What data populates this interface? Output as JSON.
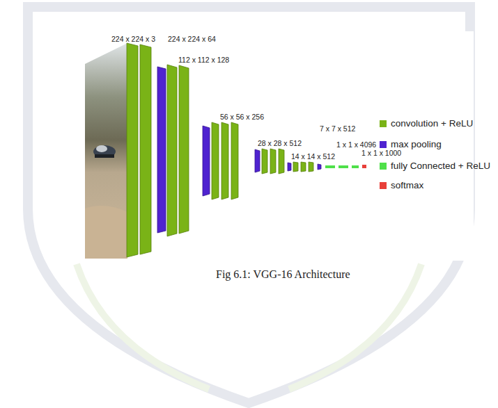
{
  "diagram": {
    "caption": "Fig 6.1: VGG-16 Architecture",
    "labels": [
      "224 x 224 x 3",
      "224 x 224 x 64",
      "112 x 112 x 128",
      "56 x 56 x 256",
      "28 x 28 x 512",
      "14 x 14 x 512",
      "7 x 7 x 512",
      "1 x 1 x 4096",
      "1 x 1 x 1000"
    ],
    "legend": [
      {
        "text": "convolution + ReLU",
        "color": "#7ab317"
      },
      {
        "text": "max pooling",
        "color": "#4f23d0"
      },
      {
        "text": "fully Connected + ReLU",
        "color": "#4fe04a"
      },
      {
        "text": "softmax",
        "color": "#e8403a"
      }
    ]
  }
}
